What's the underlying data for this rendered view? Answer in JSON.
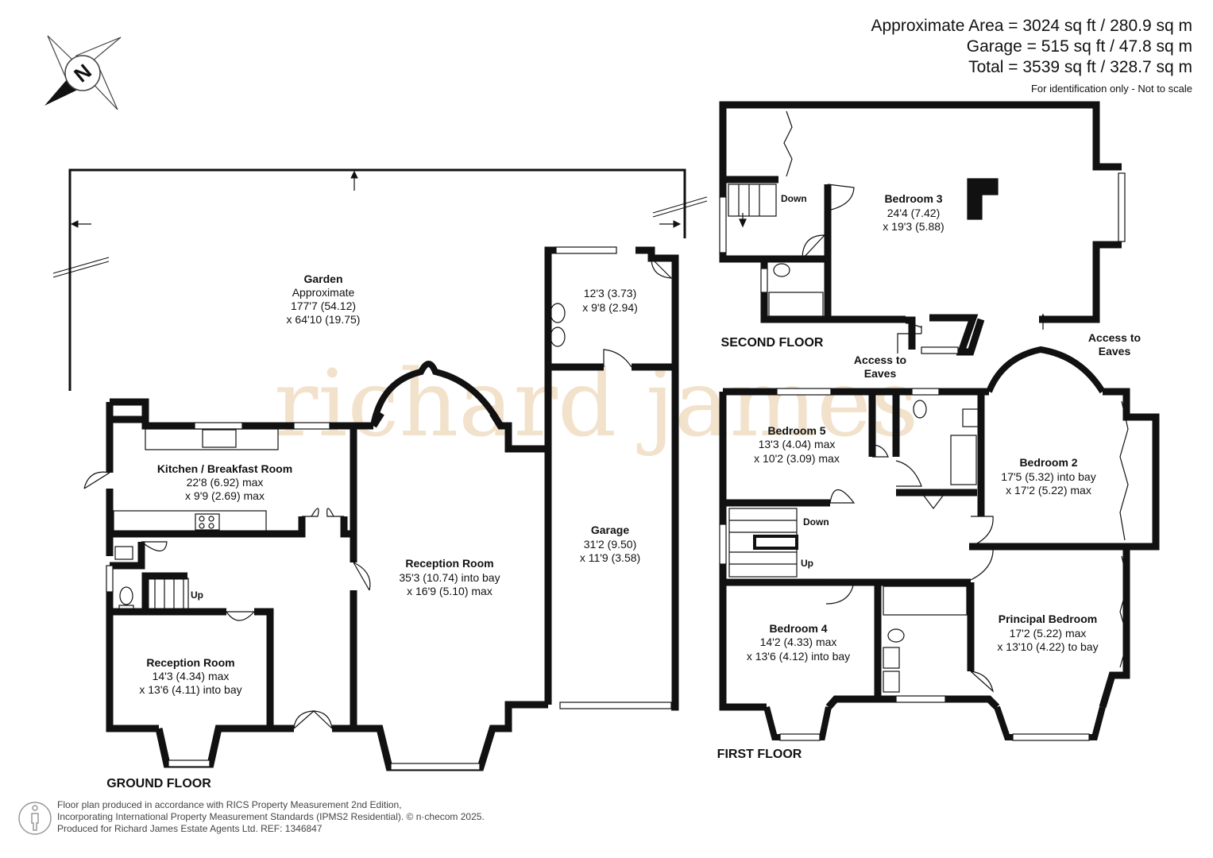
{
  "area": {
    "approx": "Approximate Area = 3024 sq ft / 280.9 sq m",
    "garage": "Garage = 515 sq ft / 47.8 sq m",
    "total": "Total = 3539 sq ft / 328.7 sq m",
    "note": "For identification only - Not to scale"
  },
  "compass": {
    "letter": "N",
    "icon": "compass-icon"
  },
  "watermark": "richard james",
  "floors": {
    "ground": "GROUND FLOOR",
    "first": "FIRST FLOOR",
    "second": "SECOND FLOOR"
  },
  "rooms": {
    "garden": {
      "name": "Garden",
      "l1": "Approximate",
      "l2": "177'7 (54.12)",
      "l3": "x 64'10 (19.75)"
    },
    "utility": {
      "l1": "12'3 (3.73)",
      "l2": "x 9'8 (2.94)"
    },
    "kitchen": {
      "name": "Kitchen / Breakfast Room",
      "l1": "22'8 (6.92) max",
      "l2": "x 9'9 (2.69) max"
    },
    "reception_big": {
      "name": "Reception Room",
      "l1": "35'3 (10.74) into bay",
      "l2": "x 16'9 (5.10) max"
    },
    "garage": {
      "name": "Garage",
      "l1": "31'2 (9.50)",
      "l2": "x 11'9 (3.58)"
    },
    "reception_small": {
      "name": "Reception Room",
      "l1": "14'3 (4.34) max",
      "l2": "x 13'6 (4.11) into bay"
    },
    "bedroom3": {
      "name": "Bedroom 3",
      "l1": "24'4 (7.42)",
      "l2": "x 19'3 (5.88)"
    },
    "bedroom5": {
      "name": "Bedroom 5",
      "l1": "13'3 (4.04) max",
      "l2": "x 10'2 (3.09) max"
    },
    "bedroom2": {
      "name": "Bedroom 2",
      "l1": "17'5 (5.32) into bay",
      "l2": "x 17'2 (5.22) max"
    },
    "bedroom4": {
      "name": "Bedroom 4",
      "l1": "14'2 (4.33) max",
      "l2": "x 13'6 (4.12) into bay"
    },
    "principal": {
      "name": "Principal Bedroom",
      "l1": "17'2 (5.22) max",
      "l2": "x 13'10 (4.22) to bay"
    }
  },
  "stairs": {
    "up": "Up",
    "down": "Down"
  },
  "eaves": {
    "l1": "Access to",
    "l2": "Eaves"
  },
  "footer": {
    "l1": "Floor plan produced in accordance with RICS Property Measurement 2nd Edition,",
    "l2": "Incorporating International Property Measurement Standards (IPMS2 Residential).  © n·checom 2025.",
    "l3": "Produced for Richard James Estate Agents Ltd.   REF: 1346847"
  }
}
